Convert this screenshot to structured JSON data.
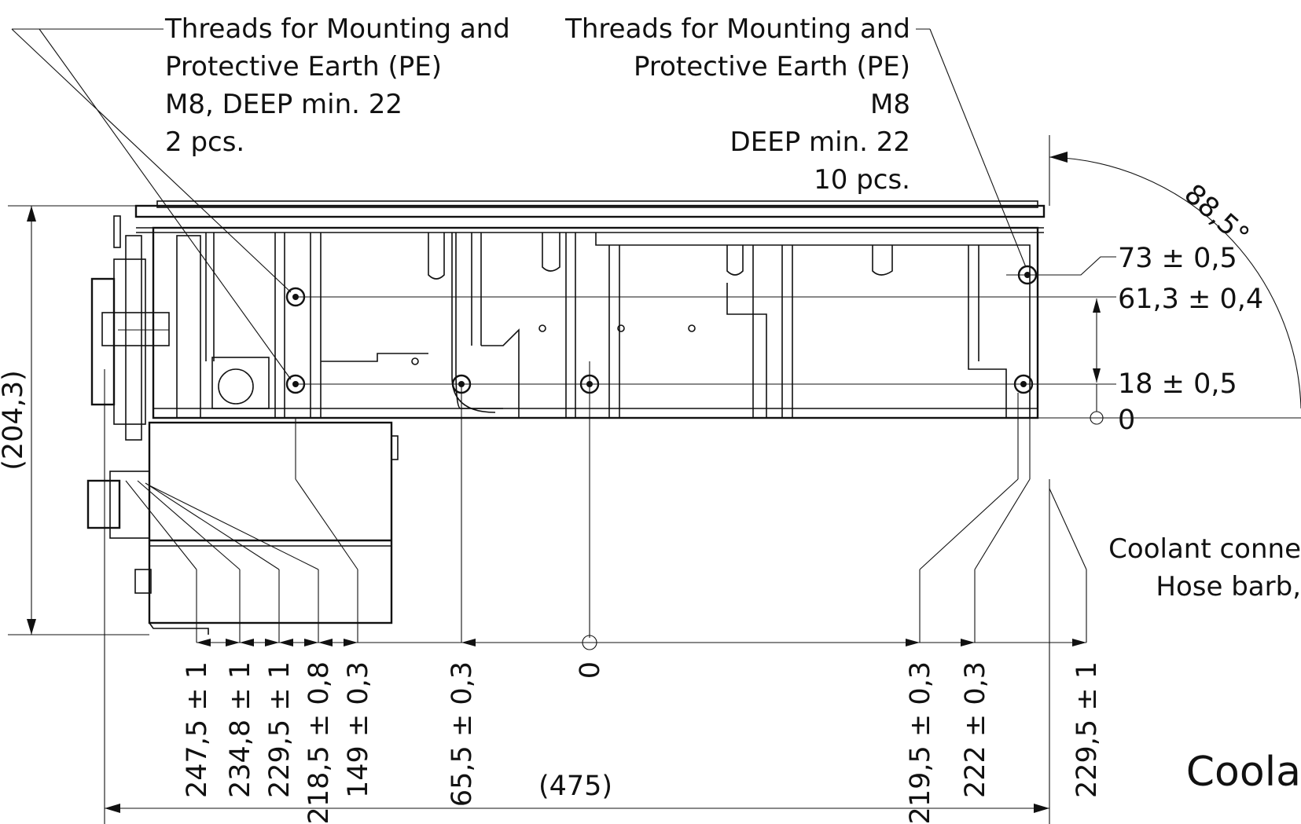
{
  "notes": {
    "left_threads": [
      "Threads for Mounting and",
      "Protective Earth (PE)",
      "M8, DEEP min. 22",
      "2 pcs."
    ],
    "right_threads": [
      "Threads for Mounting and",
      "Protective Earth (PE)",
      "M8",
      "DEEP min. 22",
      "10 pcs."
    ],
    "coolant_connection": [
      "Coolant conne",
      "Hose barb,"
    ],
    "coolant_big": "Coola"
  },
  "dimensions": {
    "angle": "88,5°",
    "right_vertical": [
      "73 ± 0,5",
      "61,3 ± 0,4",
      "18 ± 0,5",
      "0"
    ],
    "left_vertical": "(204,3)",
    "bottom": [
      "247,5 ± 1",
      "234,8 ± 1",
      "229,5 ± 1",
      "218,5 ± 0,8",
      "149 ± 0,3",
      "65,5 ± 0,3",
      "0",
      "219,5 ± 0,3",
      "222 ± 0,3",
      "229,5 ± 1"
    ],
    "overall_width": "(475)"
  }
}
